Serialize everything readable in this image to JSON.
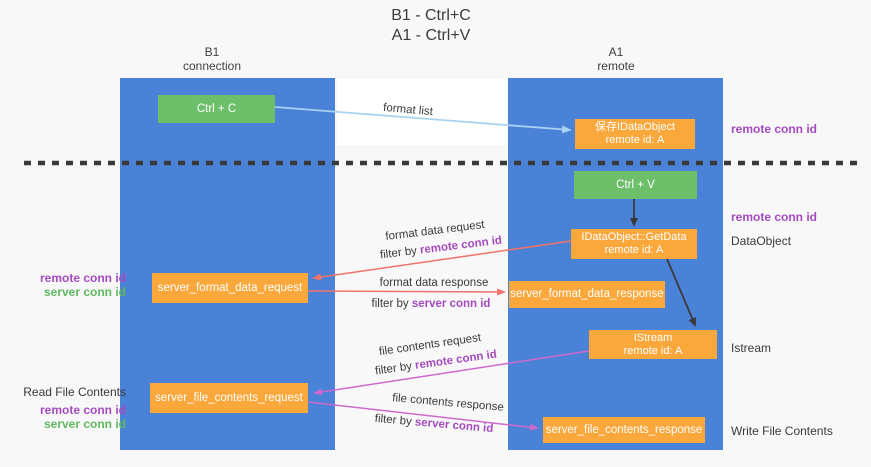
{
  "title": {
    "line1": "B1 - Ctrl+C",
    "line2": "A1 - Ctrl+V"
  },
  "lifelines": {
    "left": {
      "name": "B1",
      "subtitle": "connection"
    },
    "right": {
      "name": "A1",
      "subtitle": "remote"
    }
  },
  "nodes": {
    "ctrl_c": {
      "label": "Ctrl + C"
    },
    "ctrl_v": {
      "label": "Ctrl + V"
    },
    "save_dataobject": {
      "line1": "保存IDataObject",
      "line2": "remote id: A"
    },
    "getdata": {
      "line1": "IDataObject::GetData",
      "line2": "remote id: A"
    },
    "istream": {
      "line1": "IStream",
      "line2": "remote id: A"
    },
    "format_request": {
      "label": "server_format_data_request"
    },
    "format_response": {
      "label": "server_format_data_response"
    },
    "file_request": {
      "label": "server_file_contents_request"
    },
    "file_response": {
      "label": "server_file_contents_response"
    }
  },
  "right_labels": {
    "remote_conn_top": "remote conn id",
    "remote_conn_mid": "remote conn id",
    "dataobject": "DataObject",
    "istream": "Istream",
    "write_file": "Write File Contents"
  },
  "left_labels": {
    "remote_conn_format": "remote conn id",
    "server_conn_format": "server conn id",
    "read_file": "Read File Contents",
    "remote_conn_file": "remote conn id",
    "server_conn_file": "server conn id"
  },
  "edges": {
    "format_list": "format list",
    "format_data_request": "format data request",
    "filter_format_request": {
      "prefix": "filter by ",
      "key": "remote conn id"
    },
    "format_data_response": "format data response",
    "filter_format_response": {
      "prefix": "filter by ",
      "key": "server conn id"
    },
    "file_contents_request": "file contents request",
    "filter_file_request": {
      "prefix": "filter by ",
      "key": "remote conn id"
    },
    "file_contents_response": "file contents response",
    "filter_file_response": {
      "prefix": "filter by ",
      "key": "server conn id"
    }
  },
  "colors": {
    "lifeline_blue": "#4A82D8",
    "node_green": "#6DBF69",
    "node_orange": "#FAA83C",
    "arrow_light_blue": "#A8D2F0",
    "arrow_black": "#3a3a3a",
    "arrow_red": "#F27369",
    "arrow_magenta": "#CF69CD",
    "text_purple": "#A54BBE",
    "text_green": "#5FB95F",
    "background": "#f8f8f8"
  }
}
